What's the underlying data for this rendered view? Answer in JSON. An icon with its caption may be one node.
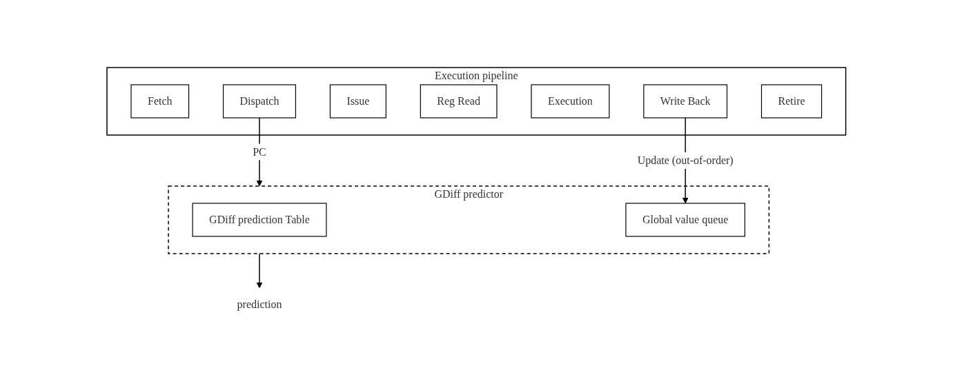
{
  "diagram": {
    "nodes": [
      {
        "text": [
          "Execution pipeline"
        ]
      },
      {
        "text": [
          "Fetch"
        ],
        "in": 0
      },
      {
        "text": [
          "Dispatch"
        ],
        "in": 0
      },
      {
        "text": [
          "Issue"
        ],
        "in": 0
      },
      {
        "text": [
          "Reg Read"
        ],
        "in": 0
      },
      {
        "text": [
          "Execution"
        ],
        "in": 0
      },
      {
        "text": [
          "Write Back"
        ],
        "in": 0
      },
      {
        "text": [
          "Retire"
        ],
        "in": 0
      },
      {
        "text": [
          "GDiff predictor"
        ]
      },
      {
        "text": [
          "GDiff prediction Table"
        ],
        "in": 8
      },
      {
        "text": [
          "Global value queue"
        ],
        "in": 8
      },
      {
        "text": [
          "prediction"
        ]
      }
    ],
    "edges": [
      {
        "from": 2,
        "to": 8,
        "arrow": "to",
        "label": "PC"
      },
      {
        "from": 6,
        "to": 10,
        "arrow": "to",
        "label": "Update (out-of-order)"
      },
      {
        "from": 8,
        "to": 11,
        "arrow": "to"
      }
    ]
  }
}
